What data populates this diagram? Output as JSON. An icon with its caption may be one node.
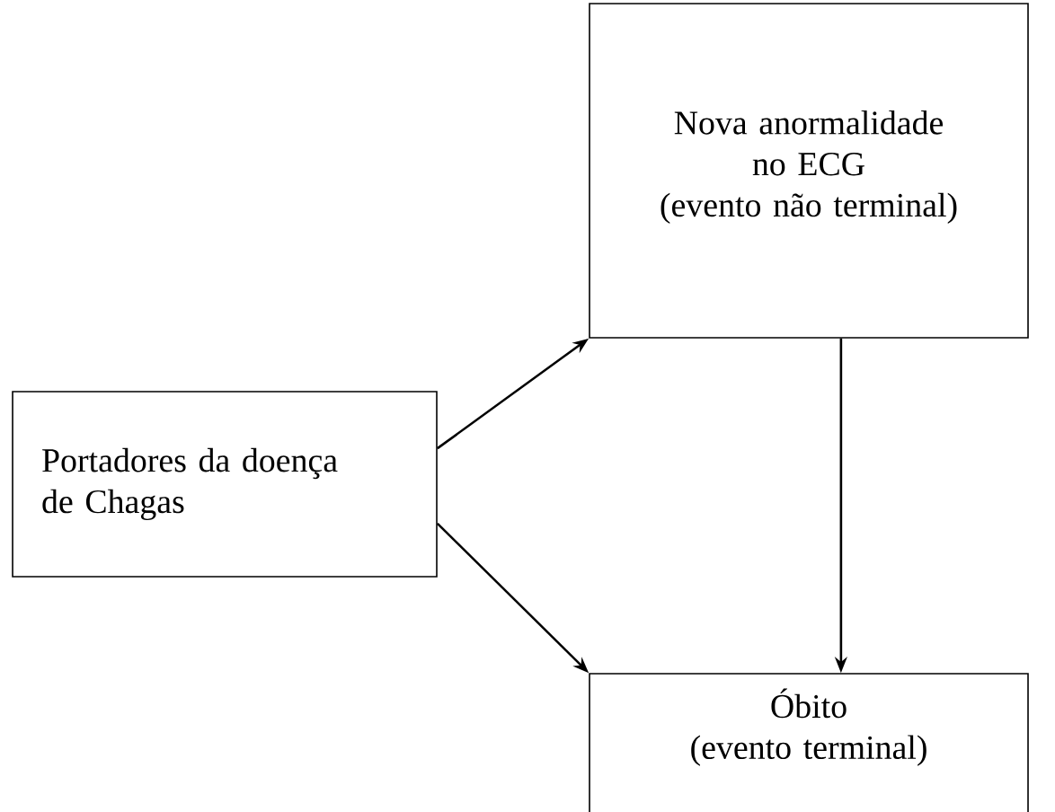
{
  "diagram": {
    "nodes": [
      {
        "text": [
          "Portadores da doença de Chagas"
        ]
      },
      {
        "text": [
          "Nova anormalidade no ECG",
          "(evento não terminal)"
        ]
      },
      {
        "text": [
          "Óbito",
          "(evento terminal)"
        ]
      }
    ],
    "edges": [
      {
        "from": 0,
        "to": 1,
        "arrow": "to"
      },
      {
        "from": 0,
        "to": 2,
        "arrow": "to"
      },
      {
        "from": 1,
        "to": 2,
        "arrow": "to"
      }
    ]
  }
}
